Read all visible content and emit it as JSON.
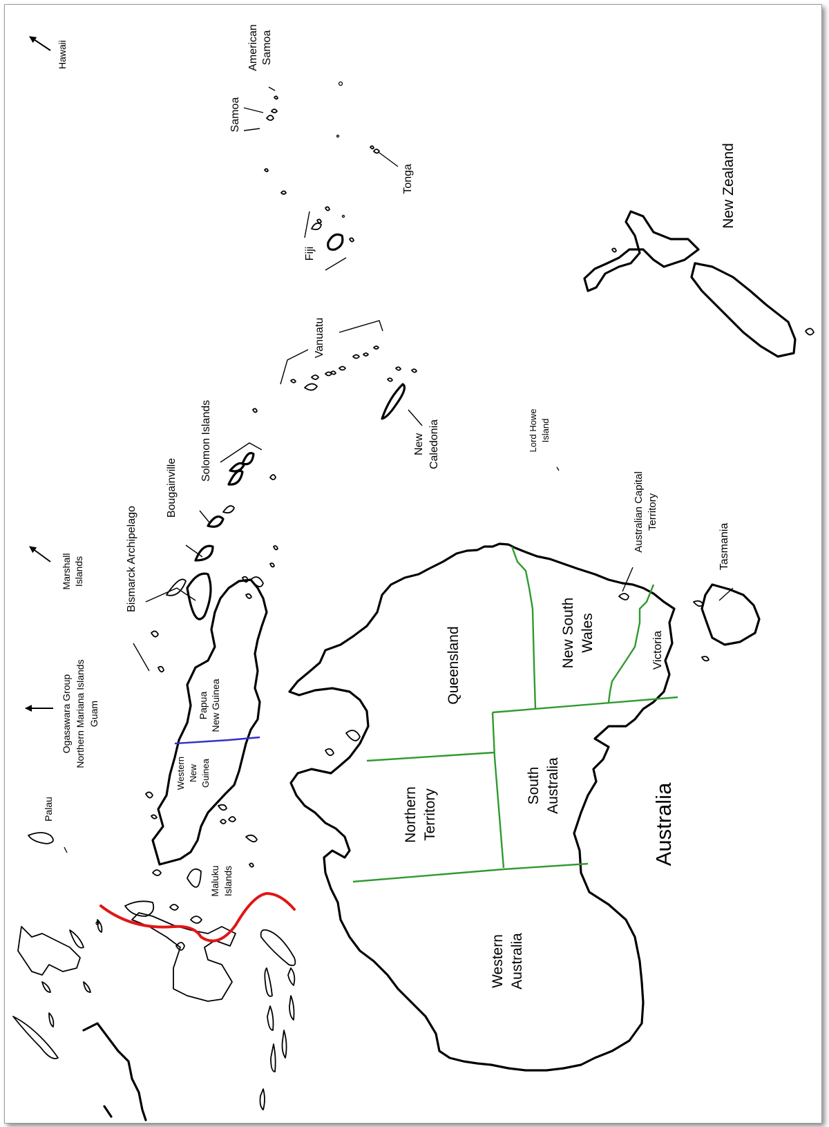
{
  "map": {
    "orientation": "rotated-90-ccw",
    "colors": {
      "coastline": "#000000",
      "state_border": "#2f9a2f",
      "png_border": "#2f2fc8",
      "wallace_line": "#e01616",
      "background": "#ffffff"
    },
    "labels": {
      "hawaii": "Hawaii",
      "american_samoa_1": "American",
      "american_samoa_2": "Samoa",
      "samoa": "Samoa",
      "tonga": "Tonga",
      "fiji": "Fiji",
      "new_zealand": "New Zealand",
      "vanuatu": "Vanuatu",
      "new_caledonia_1": "New",
      "new_caledonia_2": "Caledonia",
      "lord_howe_1": "Lord Howe",
      "lord_howe_2": "Island",
      "solomon_islands": "Solomon Islands",
      "bougainville": "Bougainville",
      "bismarck": "Bismarck Archipelago",
      "marshall_1": "Marshall",
      "marshall_2": "Islands",
      "act_1": "Australian Capital",
      "act_2": "Territory",
      "tasmania": "Tasmania",
      "nsw_1": "New South",
      "nsw_2": "Wales",
      "victoria": "Victoria",
      "queensland": "Queensland",
      "png_1": "Papua",
      "png_2": "New Guinea",
      "wng_1": "Western",
      "wng_2": "New",
      "wng_3": "Guinea",
      "ogasawara_1": "Ogasawara Group",
      "ogasawara_2": "Northern Mariana Islands",
      "ogasawara_3": "Guam",
      "palau": "Palau",
      "maluku_1": "Maluku",
      "maluku_2": "Islands",
      "northern_territory_1": "Northern",
      "northern_territory_2": "Territory",
      "south_australia_1": "South",
      "south_australia_2": "Australia",
      "western_australia_1": "Western",
      "western_australia_2": "Australia",
      "australia": "Australia"
    },
    "icons": {
      "hawaii_arrow": "arrow-icon",
      "marshall_arrow": "arrow-icon",
      "ogasawara_arrow": "arrow-icon"
    }
  }
}
